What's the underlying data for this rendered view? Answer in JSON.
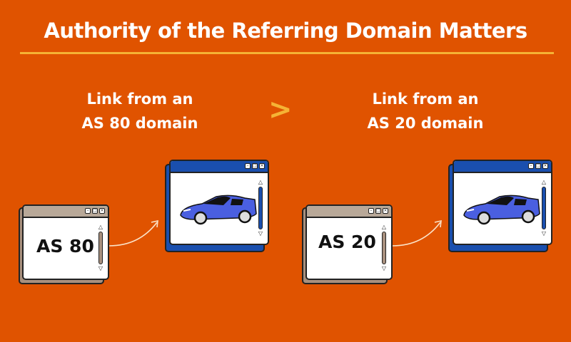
{
  "title": "Authority of the Referring Domain Matters",
  "comparison_symbol": ">",
  "left": {
    "caption_line1": "Link from an",
    "caption_line2": "AS 80 domain",
    "source_label": "AS 80",
    "source_color": "#b8a898",
    "target_color": "#1a4fae"
  },
  "right": {
    "caption_line1": "Link from an",
    "caption_line2": "AS 20 domain",
    "source_label": "AS 20",
    "source_color": "#b8a898",
    "target_color": "#1a4fae"
  },
  "window_controls": [
    "–",
    "□",
    "×"
  ],
  "colors": {
    "background": "#e05300",
    "accent": "#f5b335",
    "car": "#4a5fe0"
  }
}
